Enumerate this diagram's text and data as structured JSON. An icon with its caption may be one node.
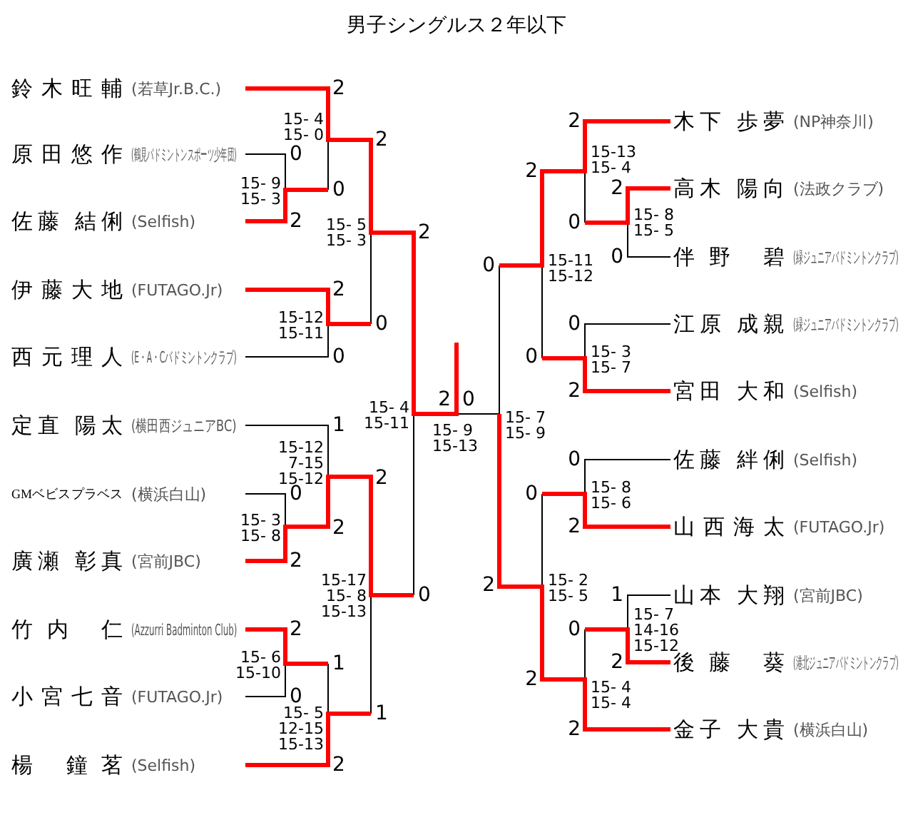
{
  "diagram": {
    "title": "男子シングルス２年以下",
    "nodes": [
      {
        "text": [
          "鈴木旺輔",
          "(若草Jr.B.C.)"
        ]
      },
      {
        "text": [
          "原田悠作",
          "(鶴見バドミントンスポーツ少年団)"
        ]
      },
      {
        "text": [
          "佐藤 結俐",
          "(Selfish)"
        ]
      },
      {
        "text": [
          "伊藤大地",
          "(FUTAGO.Jr)"
        ]
      },
      {
        "text": [
          "西元理人",
          "(E・A・Cバドミントンクラブ)"
        ]
      },
      {
        "text": [
          "定直 陽太",
          "(横田西ジュニアBC)"
        ]
      },
      {
        "text": [
          "GMベビスプラベス",
          "(横浜白山)"
        ]
      },
      {
        "text": [
          "廣瀬 彰真",
          "(宮前JBC)"
        ]
      },
      {
        "text": [
          "竹内 仁",
          "(Azzurri Badminton Club)"
        ]
      },
      {
        "text": [
          "小宮七音",
          "(FUTAGO.Jr)"
        ]
      },
      {
        "text": [
          "楊 鐘茗",
          "(Selfish)"
        ]
      },
      {
        "text": [
          "木下 歩夢",
          "(NP神奈川)"
        ]
      },
      {
        "text": [
          "高木 陽向",
          "(法政クラブ)"
        ]
      },
      {
        "text": [
          "伴野 碧",
          "(緑ジュニアバドミントンクラブ)"
        ]
      },
      {
        "text": [
          "江原 成親",
          "(緑ジュニアバドミントンクラブ)"
        ]
      },
      {
        "text": [
          "宮田 大和",
          "(Selfish)"
        ]
      },
      {
        "text": [
          "佐藤 絆俐",
          "(Selfish)"
        ]
      },
      {
        "text": [
          "山西海太",
          "(FUTAGO.Jr)"
        ]
      },
      {
        "text": [
          "山本 大翔",
          "(宮前JBC)"
        ]
      },
      {
        "text": [
          "後藤 葵",
          "(港北ジュニアバドミントンクラブ)"
        ]
      },
      {
        "text": [
          "金子 大貴",
          "(横浜白山)"
        ]
      }
    ],
    "labels": [
      "2",
      "15- 4",
      "15- 0",
      "2",
      "0",
      "15- 9",
      "15- 3",
      "0",
      "2",
      "15- 5",
      "15- 3",
      "2",
      "2",
      "15-12",
      "15-11",
      "0",
      "0",
      "15- 4",
      "15-11",
      "1",
      "15-12",
      "7-15",
      "15-12",
      "2",
      "0",
      "15- 3",
      "15- 8",
      "2",
      "2",
      "15-17",
      "15- 8",
      "15-13",
      "0",
      "2",
      "15- 6",
      "15-10",
      "1",
      "0",
      "15- 5",
      "12-15",
      "15-13",
      "1",
      "2",
      "2",
      "0",
      "15- 9",
      "15-13",
      "15- 7",
      "15- 9",
      "2",
      "15-13",
      "15- 4",
      "2",
      "2",
      "0",
      "15- 8",
      "15- 5",
      "0",
      "0",
      "15-11",
      "15-12",
      "0",
      "15- 3",
      "15- 7",
      "0",
      "2",
      "0",
      "15- 8",
      "15- 6",
      "0",
      "2",
      "15- 2",
      "15- 5",
      "2",
      "1",
      "15- 7",
      "14-16",
      "15-12",
      "0",
      "2",
      "2",
      "15- 4",
      "15- 4",
      "2"
    ]
  }
}
